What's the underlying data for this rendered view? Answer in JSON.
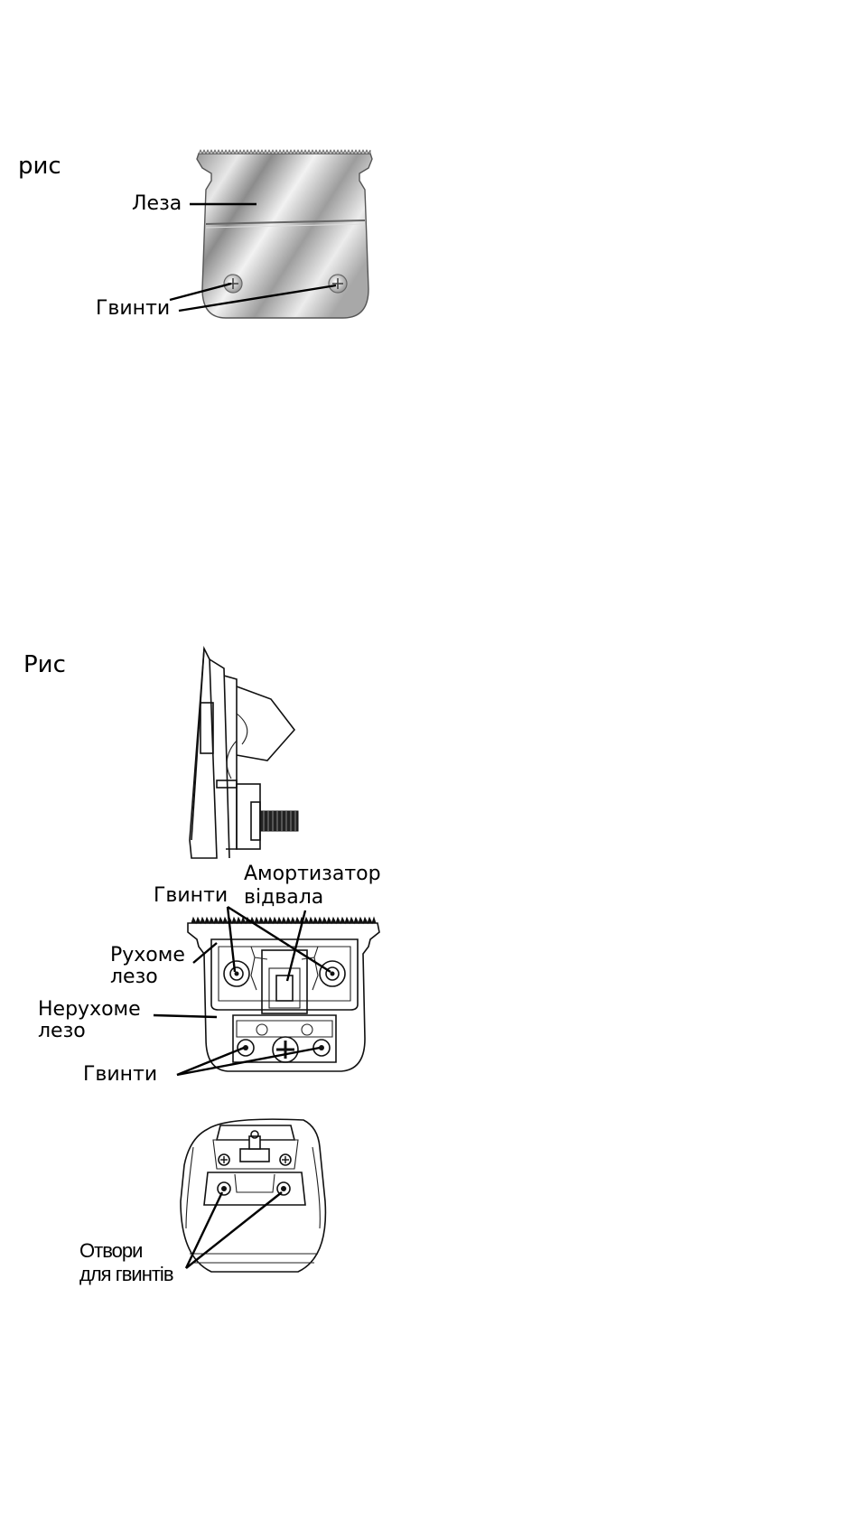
{
  "figure1": {
    "caption": "рис",
    "labels": {
      "blades": "Леза",
      "screws": "Гвинти"
    }
  },
  "figure2": {
    "caption": "Рис",
    "labels": {
      "screws_top": "Гвинти",
      "damper_line1": "Амортизатор",
      "damper_line2": "відвала",
      "moving_line1": "Рухоме",
      "moving_line2": "лезо",
      "fixed_line1": "Нерухоме",
      "fixed_line2": "лезо",
      "screws_bottom": "Гвинти",
      "holes_line1": "Отвори",
      "holes_line2": "для гвинтів"
    }
  }
}
